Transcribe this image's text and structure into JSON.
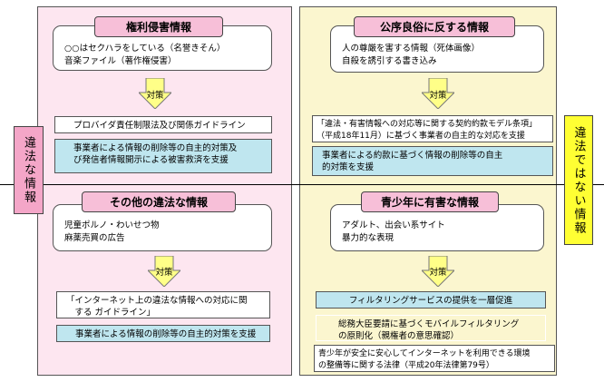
{
  "left": {
    "top": {
      "title": "権利侵害情報",
      "examples": [
        "○○はセクハラをしている（名誉きそん）",
        "音楽ファイル（著作権侵害）"
      ],
      "arrow_label": "対策",
      "law_box": "プロバイダ責任制限法及び関係ガイドライン",
      "measures": [
        "事業者による情報の削除等の自主的対策及",
        "び発信者情報開示による被害救済を支援"
      ]
    },
    "bottom": {
      "title": "その他の違法な情報",
      "examples": [
        "児童ポルノ・わいせつ物",
        "麻薬売買の広告"
      ],
      "arrow_label": "対策",
      "guideline_box": [
        "「インターネット上の違法な情報への対応に関",
        "　する ガイドライン」"
      ],
      "measures": [
        "事業者による情報の削除等の自主的対策を支援"
      ]
    }
  },
  "right": {
    "top": {
      "title": "公序良俗に反する情報",
      "examples": [
        "人の尊厳を害する情報（死体画像）",
        "自殺を誘引する書き込み"
      ],
      "arrow_label": "対策",
      "model_box": [
        "「違法・有害情報への対応等に関する契約約款モデル条項」",
        "（平成18年11月）に基づく事業者の自主的な対応を支援"
      ],
      "measures": [
        "事業者による約款に基づく情報の削除等の自主",
        "的対策を支援"
      ]
    },
    "bottom": {
      "title": "青少年に有害な情報",
      "examples": [
        "アダルト、出会い系サイト",
        "暴力的な表現"
      ],
      "arrow_label": "対策",
      "filter_box": "フィルタリングサービスの提供を一層促進",
      "mobile_box": [
        "総務大臣要請に基づくモバイルフィルタリング",
        "の原則化（親権者の意思確認）"
      ],
      "law_box": [
        "青少年が安全に安心してインターネットを利用できる環境",
        "の整備等に関する法律（平成20年法律第79号）"
      ]
    }
  },
  "labels": {
    "illegal": "違法な情報",
    "not_illegal": "違法ではない情報"
  },
  "colors": {
    "left_panel": "#fde6f0",
    "right_panel": "#fbf6cf",
    "title_tag": "#f7bfd8",
    "arrow": "#ffff88",
    "measure_box": "#bfe6ef",
    "illegal_label": "#f4a6c8",
    "not_illegal_label": "#ffff33"
  }
}
